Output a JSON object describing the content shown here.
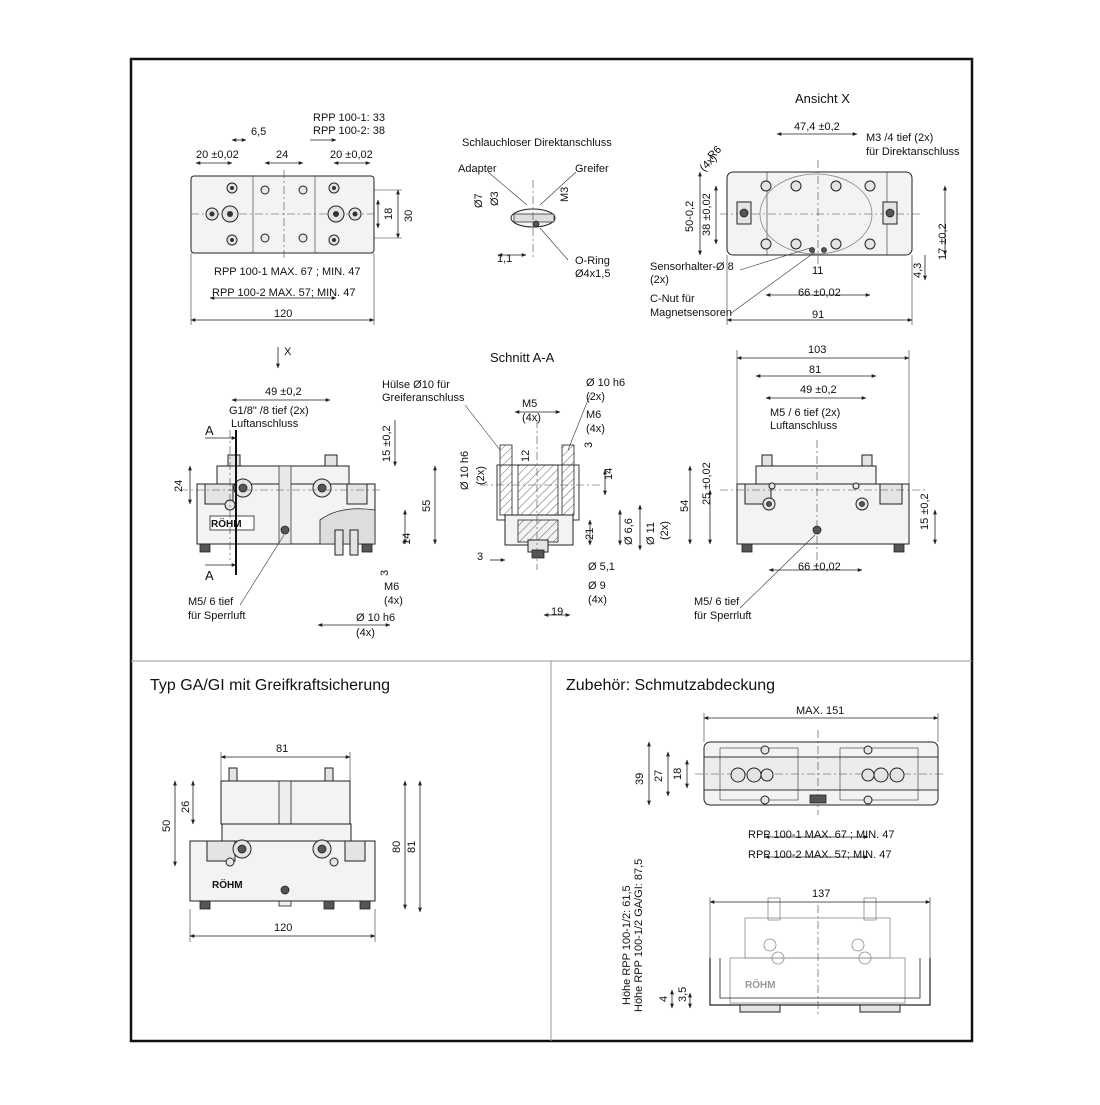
{
  "views": {
    "top": {
      "dims": [
        "6,5",
        "20 ±0,02",
        "24",
        "20 ±0,02",
        "18",
        "30",
        "120"
      ],
      "rpp_a": "RPP 100-1: 33",
      "rpp_b": "RPP 100-2: 38",
      "stroke_a": "RPP 100-1 MAX. 67 ; MIN. 47",
      "stroke_b": "RPP 100-2 MAX. 57; MIN. 47"
    },
    "direct": {
      "title": "Schlauchloser Direktanschluss",
      "adapter": "Adapter",
      "greifer": "Greifer",
      "d7": "Ø7",
      "d3": "Ø3",
      "m3": "M3",
      "d11": "1,1",
      "oring": "O-Ring",
      "oring_size": "Ø4x1,5"
    },
    "ansicht": {
      "title": "Ansicht X",
      "d474": "47,4 ±0,2",
      "m3a": "M3 /4 tief (2x)",
      "m3b": "für Direktanschluss",
      "r6": "R6",
      "r6x": "(4x)",
      "d50": "50-0,2",
      "d38": "38 ±0,02",
      "d17": "17 ±0,2",
      "d43": "4,3",
      "d11": "11",
      "d66": "66 ±0,02",
      "d91": "91",
      "sens_a": "Sensorhalter-Ø 8",
      "sens_b": "(2x)",
      "cnut_a": "C-Nut für",
      "cnut_b": "Magnetsensoren"
    },
    "front": {
      "x": "X",
      "A": "A",
      "d49": "49 ±0,2",
      "g18a": "G1/8\" /8 tief (2x)",
      "g18b": "Luftanschluss",
      "d15": "15 ±0,2",
      "d24": "24",
      "d55": "55",
      "d14": "14",
      "d3": "3",
      "m6": "M6",
      "m6x": "(4x)",
      "d10": "Ø 10 h6",
      "d10x": "(4x)",
      "m5a": "M5/ 6 tief",
      "m5b": "für Sperrluft"
    },
    "section": {
      "title": "Schnitt A-A",
      "huelse_a": "Hülse Ø10 für",
      "huelse_b": "Greiferanschluss",
      "d10h6": "Ø 10 h6",
      "d10h6x": "(2x)",
      "m5": "M5",
      "m5x": "(4x)",
      "m6": "M6",
      "m6x": "(4x)",
      "d12": "12",
      "d3": "3",
      "d14": "14",
      "dl10": "Ø 10 h6",
      "dl10x": "(2x)",
      "d21": "21",
      "d66": "Ø 6,6",
      "d11": "Ø 11",
      "d11x": "(2x)",
      "d3b": "3",
      "d51": "Ø 5,1",
      "d9": "Ø 9",
      "d9x": "(4x)",
      "d19": "19"
    },
    "side": {
      "d103": "103",
      "d81": "81",
      "d49": "49 ±0,2",
      "m5a": "M5 / 6 tief (2x)",
      "m5b": "Luftanschluss",
      "d54": "54",
      "d25": "25 ±0,02",
      "d15": "15 ±0,2",
      "d66": "66 ±0,02",
      "sp_a": "M5/ 6 tief",
      "sp_b": "für Sperrluft"
    },
    "ga": {
      "title": "Typ GA/GI mit Greifkraftsicherung",
      "d81": "81",
      "d26": "26",
      "d50": "50",
      "d80": "80",
      "d81b": "81",
      "d120": "120"
    },
    "cover": {
      "title": "Zubehör: Schmutzabdeckung",
      "max151": "MAX. 151",
      "d39": "39",
      "d27": "27",
      "d18": "18",
      "st_a": "RPP 100-1 MAX. 67 ; MIN. 47",
      "st_b": "RPP 100-2 MAX. 57; MIN. 47",
      "d137": "137",
      "h_a": "Höhe RPP 100-1/2: 61,5",
      "h_b": "Höhe RPP 100-1/2 GA/GI: 87,5",
      "d4": "4",
      "d35": "3,5"
    },
    "logo": "RÖHM"
  }
}
